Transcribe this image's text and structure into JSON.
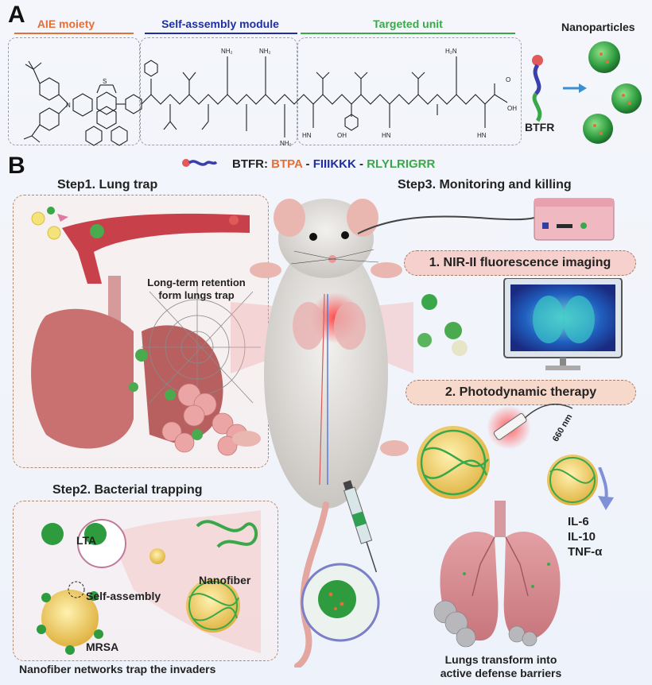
{
  "panel_a": {
    "letter": "A",
    "modules": [
      {
        "title": "AIE moiety",
        "color": "#e0703a"
      },
      {
        "title": "Self-assembly module",
        "color": "#1f2fa0"
      },
      {
        "title": "Targeted unit",
        "color": "#3aa84a"
      }
    ],
    "nanoparticles_label": "Nanoparticles",
    "btfr_label": "BTFR",
    "chem_labels": {
      "oh": "OH",
      "o": "O",
      "nh2": "NH₂",
      "hn": "HN",
      "h2n": "H₂N"
    }
  },
  "panel_b": {
    "letter": "B",
    "btfr_formula": {
      "prefix": "BTFR:",
      "part1": "BTPA",
      "sep1": "-",
      "part2": "FIIIKKK",
      "sep2": "-",
      "part3": "RLYLRIGRR",
      "colors": {
        "part1": "#e0703a",
        "part2": "#1f2fa0",
        "part3": "#3aa84a"
      }
    },
    "step1_title": "Step1. Lung trap",
    "step1_caption": "Long-term retention\nform lungs trap",
    "step2_title": "Step2. Bacterial trapping",
    "step2_labels": {
      "lta": "LTA",
      "nanofiber": "Nanofiber",
      "self_assembly": "Self-assembly",
      "mrsa": "MRSA"
    },
    "step2_caption": "Nanofiber networks trap the invaders",
    "step3_title": "Step3. Monitoring and killing",
    "pill1": "1. NIR-II fluorescence imaging",
    "pill2": "2. Photodynamic therapy",
    "laser_wavelength": "660 nm",
    "cytokines": [
      "IL-6",
      "IL-10",
      "TNF-α"
    ],
    "final_caption": "Lungs transform into\nactive defense barriers"
  }
}
